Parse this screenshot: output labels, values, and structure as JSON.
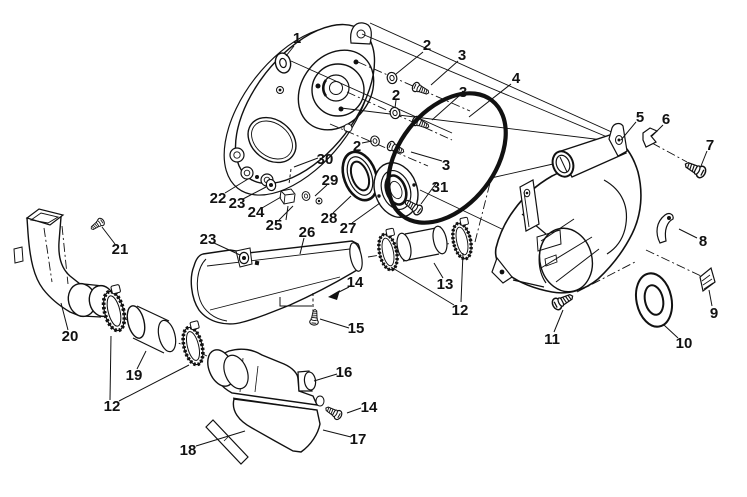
{
  "figure": {
    "type": "exploded-parts-diagram",
    "subject": "clutch-cover-assembly",
    "background": "#ffffff",
    "ink": "#111111"
  },
  "callouts": [
    {
      "label": "1"
    },
    {
      "label": "2"
    },
    {
      "label": "3"
    },
    {
      "label": "4"
    },
    {
      "label": "2"
    },
    {
      "label": "3"
    },
    {
      "label": "2"
    },
    {
      "label": "3"
    },
    {
      "label": "31"
    },
    {
      "label": "30"
    },
    {
      "label": "22"
    },
    {
      "label": "23"
    },
    {
      "label": "24"
    },
    {
      "label": "25"
    },
    {
      "label": "29"
    },
    {
      "label": "28"
    },
    {
      "label": "27"
    },
    {
      "label": "26"
    },
    {
      "label": "23"
    },
    {
      "label": "14"
    },
    {
      "label": "15"
    },
    {
      "label": "5"
    },
    {
      "label": "6"
    },
    {
      "label": "7"
    },
    {
      "label": "8"
    },
    {
      "label": "9"
    },
    {
      "label": "10"
    },
    {
      "label": "11"
    },
    {
      "label": "13"
    },
    {
      "label": "12"
    },
    {
      "label": "20"
    },
    {
      "label": "21"
    },
    {
      "label": "19"
    },
    {
      "label": "12"
    },
    {
      "label": "16"
    },
    {
      "label": "14"
    },
    {
      "label": "17"
    },
    {
      "label": "18"
    }
  ]
}
